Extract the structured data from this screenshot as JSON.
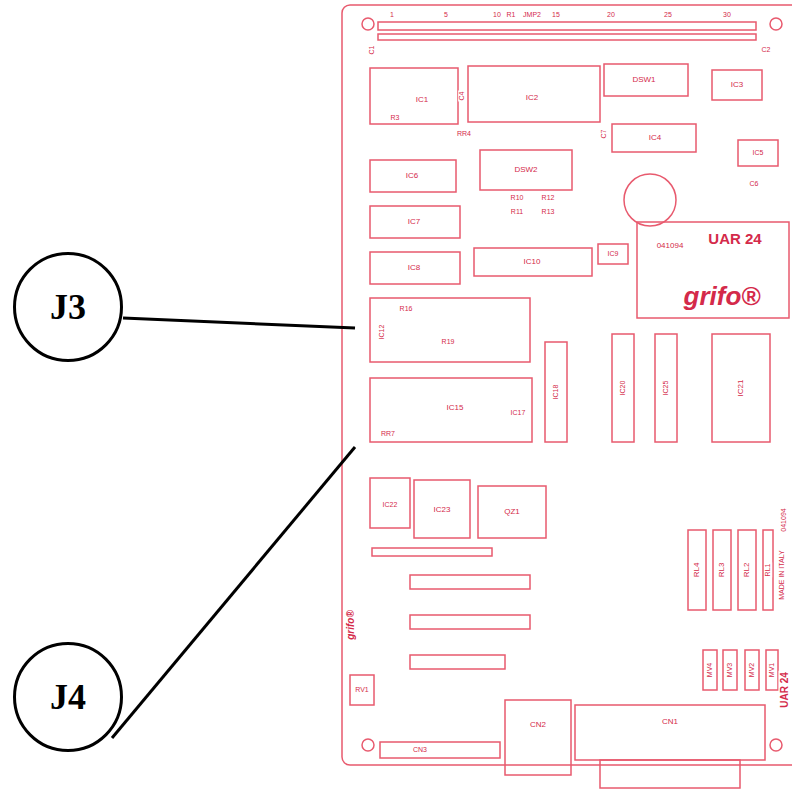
{
  "diagram": {
    "nodes": [
      {
        "text": [
          "J3"
        ]
      },
      {
        "text": [
          "J4"
        ]
      }
    ],
    "labels": [
      "1",
      "5",
      "10",
      "R1",
      "JMP2",
      "15",
      "20",
      "25",
      "30",
      "C1",
      "C2",
      "IC1",
      "R3",
      "C4",
      "IC2",
      "RR4",
      "DSW1",
      "IC3",
      "C7",
      "IC4",
      "IC5",
      "IC6",
      "DSW2",
      "C6",
      "IC7",
      "R10",
      "R11",
      "R12",
      "R13",
      "IC8",
      "IC10",
      "IC9",
      "UAR 24",
      "041094",
      "grifo®",
      "IC12",
      "R16",
      "R19",
      "IC15",
      "IC17",
      "RR7",
      "IC18",
      "IC20",
      "IC25",
      "IC21",
      "IC22",
      "IC23",
      "QZ1",
      "RL4",
      "RL3",
      "RL2",
      "RL1",
      "MV4",
      "MV3",
      "MV2",
      "MV1",
      "UAR 24",
      "041094",
      "RV1",
      "grifo®",
      "CN2",
      "CN1",
      "CN3",
      "MADE IN ITALY"
    ]
  }
}
